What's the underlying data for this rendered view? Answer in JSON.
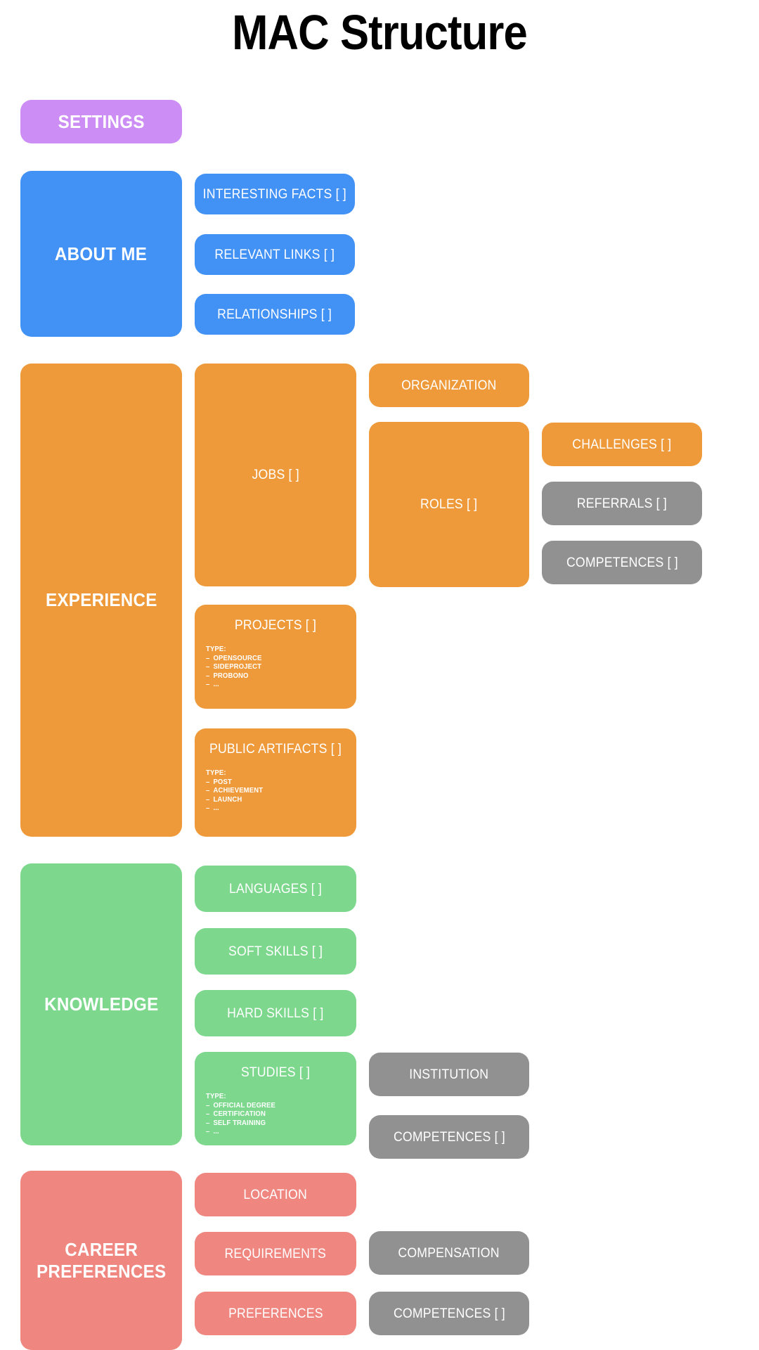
{
  "title": "MAC Structure",
  "colors": {
    "purple": "#cc8ef5",
    "blue": "#4291f5",
    "orange": "#ee9a3a",
    "green": "#7dd88e",
    "red": "#ef8780",
    "gray": "#919191",
    "background": "#ffffff",
    "title_text": "#000000",
    "box_text": "#ffffff"
  },
  "sections": {
    "settings": {
      "label": "SETTINGS"
    },
    "about_me": {
      "label": "ABOUT ME",
      "children": [
        {
          "label": "INTERESTING FACTS [ ]"
        },
        {
          "label": "RELEVANT LINKS [ ]"
        },
        {
          "label": "RELATIONSHIPS [ ]"
        }
      ]
    },
    "experience": {
      "label": "EXPERIENCE",
      "jobs": {
        "label": "JOBS [ ]"
      },
      "organization": {
        "label": "ORGANIZATION"
      },
      "roles": {
        "label": "ROLES [ ]"
      },
      "challenges": {
        "label": "CHALLENGES [ ]"
      },
      "referrals": {
        "label": "REFERRALS [ ]"
      },
      "competences": {
        "label": "COMPETENCES [ ]"
      },
      "projects": {
        "label": "PROJECTS [ ]",
        "type_heading": "TYPE:",
        "types": [
          "OPENSOURCE",
          "SIDEPROJECT",
          "PROBONO",
          "..."
        ]
      },
      "public_artifacts": {
        "label": "PUBLIC ARTIFACTS [ ]",
        "type_heading": "TYPE:",
        "types": [
          "POST",
          "ACHIEVEMENT",
          "LAUNCH",
          "..."
        ]
      }
    },
    "knowledge": {
      "label": "KNOWLEDGE",
      "languages": {
        "label": "LANGUAGES [ ]"
      },
      "soft_skills": {
        "label": "SOFT SKILLS [ ]"
      },
      "hard_skills": {
        "label": "HARD SKILLS [ ]"
      },
      "studies": {
        "label": "STUDIES [ ]",
        "type_heading": "TYPE:",
        "types": [
          "OFFICIAL DEGREE",
          "CERTIFICATION",
          "SELF TRAINING",
          "..."
        ]
      },
      "institution": {
        "label": "INSTITUTION"
      },
      "competences": {
        "label": "COMPETENCES [ ]"
      }
    },
    "career_preferences": {
      "label": "CAREER\nPREFERENCES",
      "label_line1": "CAREER",
      "label_line2": "PREFERENCES",
      "location": {
        "label": "LOCATION"
      },
      "requirements": {
        "label": "REQUIREMENTS"
      },
      "preferences": {
        "label": "PREFERENCES"
      },
      "compensation": {
        "label": "COMPENSATION"
      },
      "competences": {
        "label": "COMPETENCES [ ]"
      }
    }
  }
}
